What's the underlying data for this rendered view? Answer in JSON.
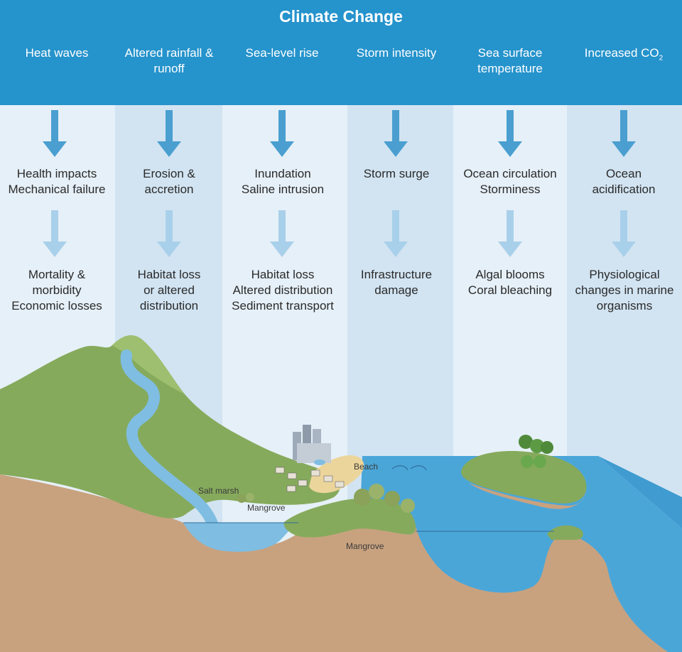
{
  "title": "Climate Change",
  "columns": [
    {
      "driver": "Heat waves",
      "impact": [
        "Health impacts",
        "Mechanical failure"
      ],
      "outcome": [
        "Mortality &",
        "morbidity",
        "Economic losses"
      ]
    },
    {
      "driver": "Altered rainfall & runoff",
      "impact": [
        "Erosion &",
        "accretion"
      ],
      "outcome": [
        "Habitat loss",
        "or altered",
        "distribution"
      ]
    },
    {
      "driver": "Sea-level rise",
      "impact": [
        "Inundation",
        "Saline intrusion"
      ],
      "outcome": [
        "Habitat loss",
        "Altered distribution",
        "Sediment transport"
      ]
    },
    {
      "driver": "Storm intensity",
      "impact": [
        "Storm surge"
      ],
      "outcome": [
        "Infrastructure",
        "damage"
      ]
    },
    {
      "driver": "Sea surface temperature",
      "impact": [
        "Ocean circulation",
        "Storminess"
      ],
      "outcome": [
        "Algal blooms",
        "Coral bleaching"
      ]
    },
    {
      "driver": "Increased CO",
      "driver_sub": "2",
      "impact": [
        "Ocean",
        "acidification"
      ],
      "outcome": [
        "Physiological",
        "changes in marine",
        "organisms"
      ]
    }
  ],
  "landscape_labels": {
    "salt_marsh": "Salt marsh",
    "mangrove_1": "Mangrove",
    "beach": "Beach",
    "mangrove_2": "Mangrove"
  },
  "colors": {
    "banner": "#2593cc",
    "column_light": "#e6f0f8",
    "column_dark": "#d2e4f2",
    "arrow_dark": "#4a9fd0",
    "arrow_light": "#a9d0ea",
    "hill": "#86aa5c",
    "soil": "#c8a27f",
    "water": "#4ba6d8"
  }
}
